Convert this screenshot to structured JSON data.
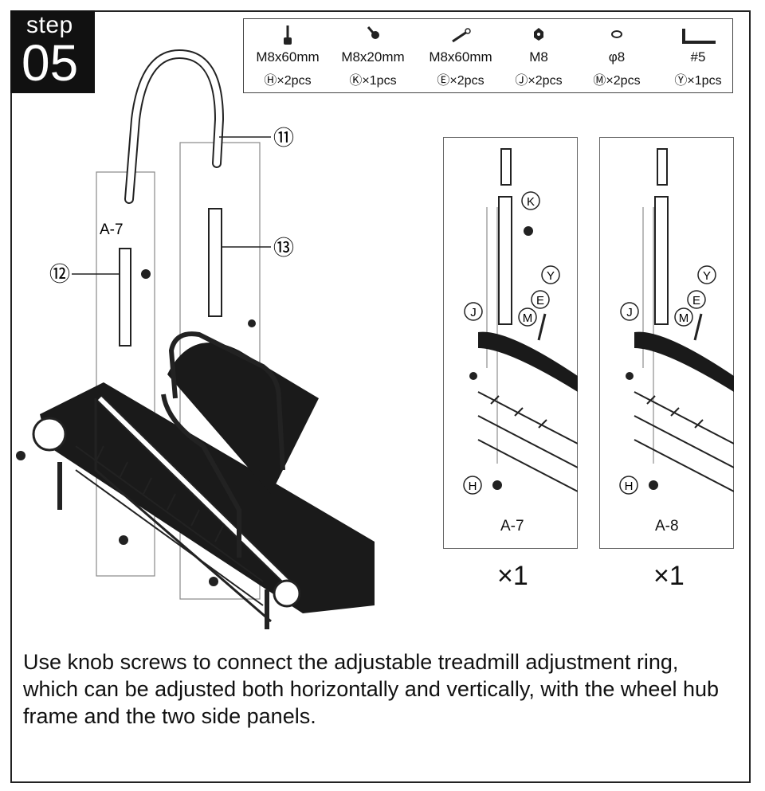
{
  "step": {
    "word": "step",
    "number": "05"
  },
  "parts": [
    {
      "icon": "knob-bolt-icon",
      "spec": "M8x60mm",
      "qty": "Ⓗ×2pcs"
    },
    {
      "icon": "knob-screw-icon",
      "spec": "M8x20mm",
      "qty": "Ⓚ×1pcs"
    },
    {
      "icon": "bolt-icon",
      "spec": "M8x60mm",
      "qty": "Ⓔ×2pcs"
    },
    {
      "icon": "nut-icon",
      "spec": "M8",
      "qty": "Ⓙ×2pcs"
    },
    {
      "icon": "washer-icon",
      "spec": "φ8",
      "qty": "Ⓜ×2pcs"
    },
    {
      "icon": "allen-key-icon",
      "spec": "#5",
      "qty": "Ⓨ×1pcs"
    }
  ],
  "main_diagram": {
    "label_a7": "A-7",
    "callout_11": "⑪",
    "callout_12": "⑫",
    "callout_13": "⑬"
  },
  "details": [
    {
      "label": "A-7",
      "multiplier": "×1",
      "callouts": {
        "k": "K",
        "j": "J",
        "y": "Y",
        "e": "E",
        "m": "M",
        "h": "H"
      }
    },
    {
      "label": "A-8",
      "multiplier": "×1",
      "callouts": {
        "j": "J",
        "y": "Y",
        "e": "E",
        "m": "M",
        "h": "H"
      }
    }
  ],
  "instruction": "Use knob screws to connect the adjustable treadmill adjustment ring, which can be adjusted both horizontally and vertically, with the wheel hub frame and the two side panels."
}
